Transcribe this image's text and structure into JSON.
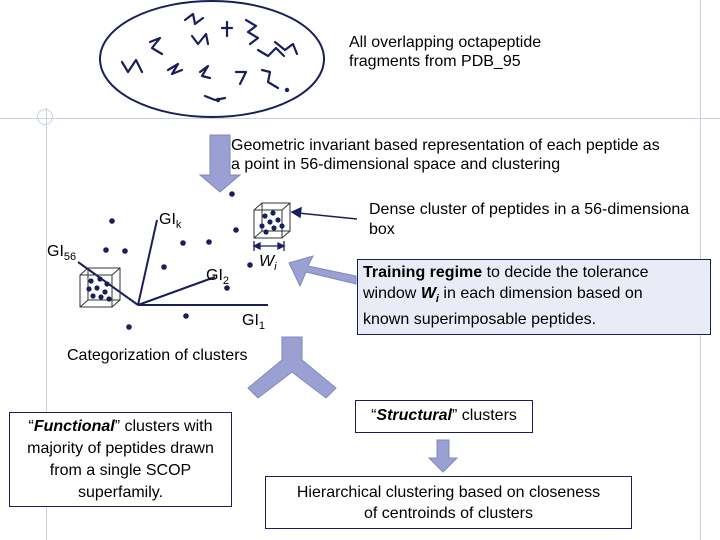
{
  "pdb_caption_line1": "All overlapping octapeptide",
  "pdb_caption_line2": "fragments from PDB_95",
  "step1_line1": "Geometric invariant based representation of each peptide as",
  "step1_line2": "a point in 56-dimensional space and clustering",
  "dense_cluster_line1": "Dense cluster of peptides in a 56-dimensiona",
  "dense_cluster_line2": "box",
  "axis_labels": {
    "gik": "GI",
    "gik_sub": "k",
    "gi56": "GI",
    "gi56_sub": "56",
    "gi2": "GI",
    "gi2_sub": "2",
    "gi1": "GI",
    "gi1_sub": "1",
    "wi": "W",
    "wi_sub": "i"
  },
  "training": {
    "bold": "Training regime",
    "rest1": " to decide the tolerance",
    "line2a": "window ",
    "line2w": "W",
    "line2i": "i",
    "line2b": " in each dimension based on",
    "line3": "known superimposable peptides."
  },
  "categorization_label": "Categorization of clusters",
  "functional": {
    "open_quote": "“",
    "keyword": "Functional",
    "rest": "” clusters with",
    "line2": "majority of peptides drawn",
    "line3": "from a single SCOP",
    "line4": "superfamily."
  },
  "structural": {
    "open_quote": "“",
    "keyword": "Structural",
    "rest": "” clusters"
  },
  "hierarchical_line1": "Hierarchical clustering based on closeness",
  "hierarchical_line2": "of centroinds of clusters",
  "colors": {
    "arrow_fill": "#9aa0d2",
    "box_border": "#1a1f5c",
    "highlight_bg": "#e9ebf6",
    "guide_line": "#c9d0de"
  }
}
